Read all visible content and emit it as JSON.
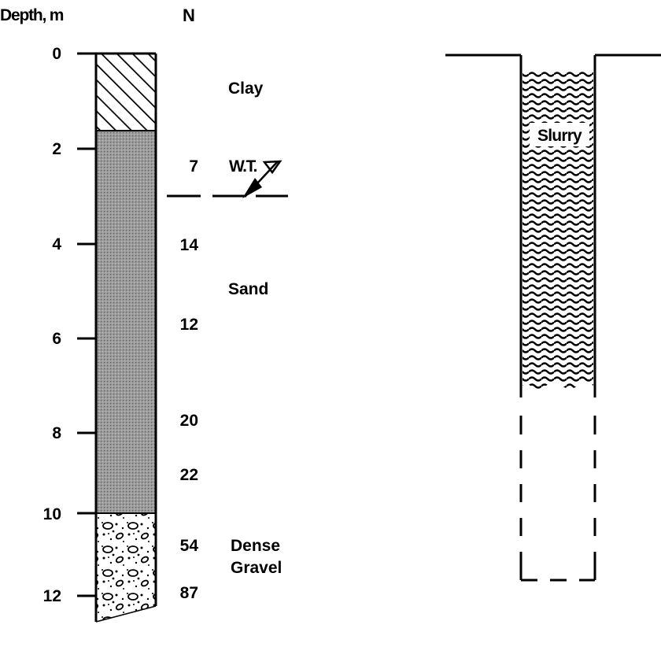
{
  "header": {
    "depth_label": "Depth, m",
    "n_label": "N"
  },
  "depth_ticks": [
    "0",
    "2",
    "4",
    "6",
    "8",
    "10",
    "12"
  ],
  "n_values": [
    "7",
    "14",
    "12",
    "20",
    "22",
    "54",
    "87"
  ],
  "layers": {
    "clay": "Clay",
    "sand": "Sand",
    "gravel_line1": "Dense",
    "gravel_line2": "Gravel"
  },
  "water_table_label": "W.T.",
  "slurry_label": "Slurry"
}
